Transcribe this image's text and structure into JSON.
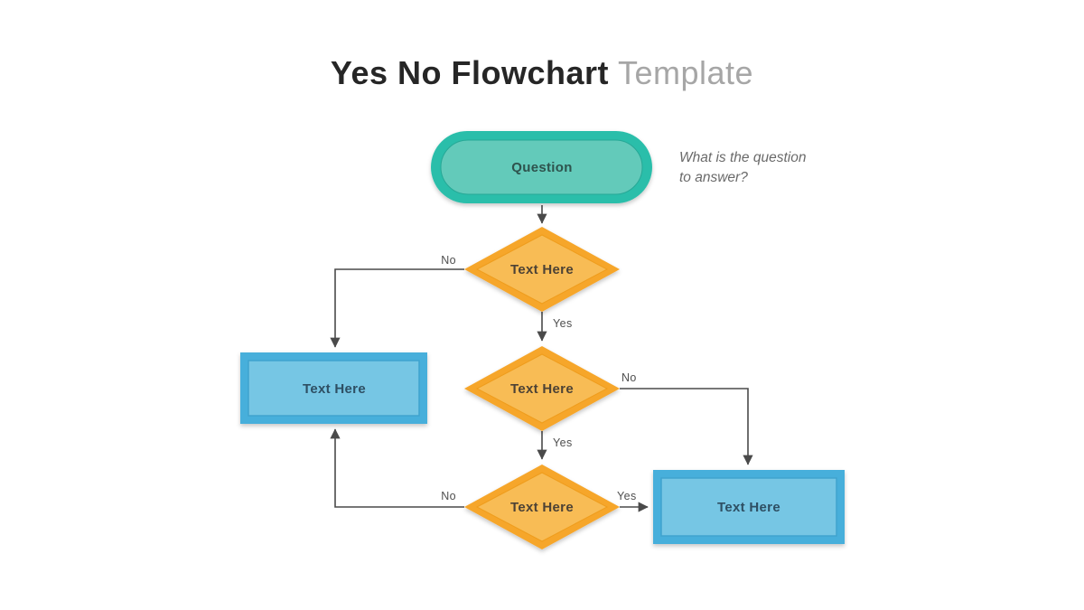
{
  "title": {
    "main": "Yes No Flowchart",
    "secondary": "Template"
  },
  "annotation": {
    "line1": "What is the question",
    "line2": "to answer?"
  },
  "nodes": {
    "start": {
      "label": "Question",
      "shape": "rounded-pill"
    },
    "decision1": {
      "label": "Text Here",
      "shape": "diamond"
    },
    "decision2": {
      "label": "Text Here",
      "shape": "diamond"
    },
    "decision3": {
      "label": "Text Here",
      "shape": "diamond"
    },
    "process_left": {
      "label": "Text Here",
      "shape": "rectangle"
    },
    "process_right": {
      "label": "Text Here",
      "shape": "rectangle"
    }
  },
  "edges": {
    "start_to_d1": {
      "label": ""
    },
    "d1_no": {
      "label": "No"
    },
    "d1_yes": {
      "label": "Yes"
    },
    "d2_no": {
      "label": "No"
    },
    "d2_yes": {
      "label": "Yes"
    },
    "d3_no": {
      "label": "No"
    },
    "d3_yes": {
      "label": "Yes"
    }
  },
  "colors": {
    "teal_border": "#2CBEAA",
    "teal_fill": "#63CABA",
    "orange_border": "#F6A62C",
    "orange_fill": "#F8BC55",
    "blue_border": "#47AFDB",
    "blue_fill": "#76C6E4",
    "line": "#4A4A4A",
    "title_dark": "#262626",
    "title_light": "#A6A6A6"
  }
}
